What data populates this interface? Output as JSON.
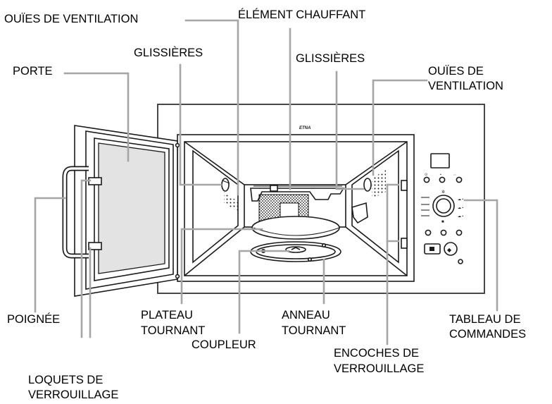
{
  "colors": {
    "leader_line": "#a6a6a6",
    "outline": "#1a1a1a",
    "window": "#e3e3e3"
  },
  "brand": "ETNA",
  "labels": {
    "ouies_left": "OUÏES DE VENTILATION",
    "element_chauffant": "ÉLÉMENT CHAUFFANT",
    "glissieres_left": "GLISSIÈRES",
    "glissieres_right": "GLISSIÈRES",
    "porte": "PORTE",
    "ouies_right_1": "OUÏES DE",
    "ouies_right_2": "VENTILATION",
    "poignee": "POIGNÉE",
    "plateau_1": "PLATEAU",
    "plateau_2": "TOURNANT",
    "anneau_1": "ANNEAU",
    "anneau_2": "TOURNANT",
    "tableau_1": "TABLEAU DE",
    "tableau_2": "COMMANDES",
    "coupleur": "COUPLEUR",
    "encoches_1": "ENCOCHES DE",
    "encoches_2": "VERROUILLAGE",
    "loquets_1": "LOQUETS DE",
    "loquets_2": "VERROUILLAGE"
  }
}
